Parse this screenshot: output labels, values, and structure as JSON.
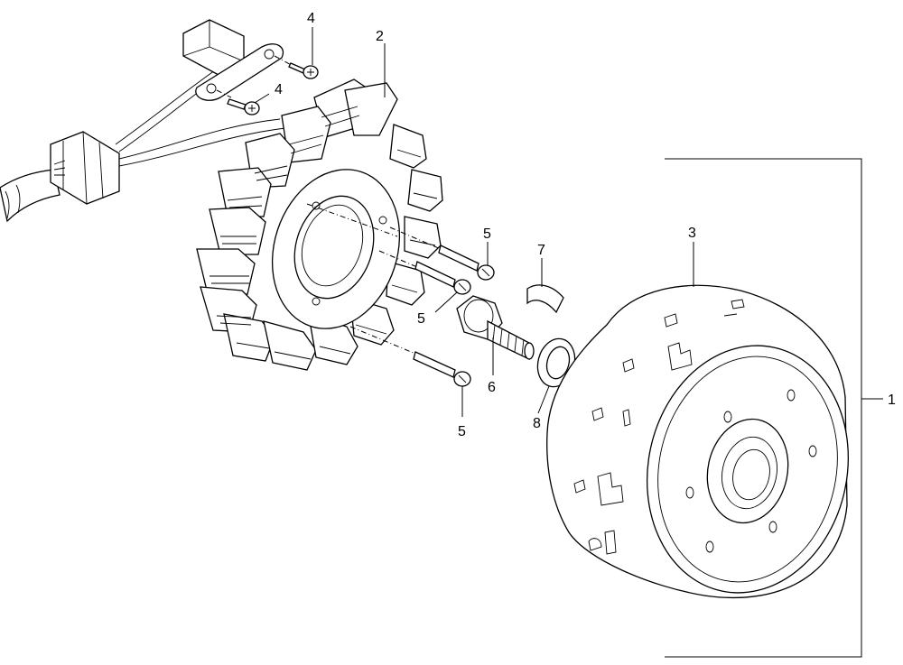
{
  "diagram": {
    "callouts": {
      "c1": "1",
      "c2": "2",
      "c3": "3",
      "c4a": "4",
      "c4b": "4",
      "c5a": "5",
      "c5b": "5",
      "c5c": "5",
      "c6": "6",
      "c7": "7",
      "c8": "8"
    }
  }
}
